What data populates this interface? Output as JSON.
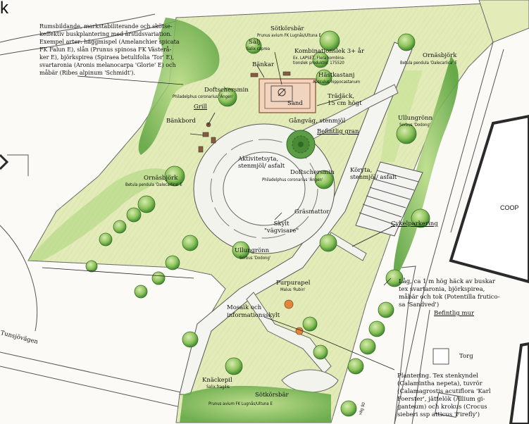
{
  "corner_letter": "k",
  "intro_text": "Rumsbildande, markstabiliterande och skötse-\nkeffektiv buskplantering med årstidsvariation.\nExempel arter: häggmispel (Amelanchier spicata\nFK Falun E), slån (Prunus spinosa FK Västerå-\nker E), björkspirea (Spiraea betulifolia 'Tor' E),\nsvartaronia (Aronis melanocarpa 'Glorie' E) och\nmåbär (Ribes alpinum 'Schmidt').",
  "labels": {
    "sotkorsbar_top": "Sötkörsbär",
    "sotkorsbar_top_latin": "Prunus avium FK Lugnås/Ultuna E",
    "salj": "Sälj",
    "salj_latin": "Salix caprea",
    "kombi": "Kombinationslek 3+ år",
    "kombi_sub": "Ex. LAPSET, Flera kombina-\ntionslek produktnr. 175520",
    "bankar": "Bänkar",
    "hastkastanj": "Hästkastanj",
    "hastkastanj_latin": "Aesculus hippocastanum",
    "ornasbjork_right": "Ornäsbjörk",
    "ornasbjork_right_latin": "Betula pendula 'Dalecarlica' E",
    "doftschersmin_top": "Doftschersmin",
    "doftschersmin_top_latin": "Philadelphus coronarius 'Ängen'",
    "sand": "Sand",
    "tradack": "Trädäck,\n15 cm högt",
    "grill": "Grill",
    "gangvag": "Gångväg, stenmjöl",
    "befintlig_gran": "Befintlig gran",
    "ullungronn_right": "Ullungrönn",
    "ullungronn_right_latin": "Sorbus 'Dodong'",
    "bankbord": "Bänkbord",
    "aktivitetsyta": "Aktivitetsyta,\nstenmjöl/ asfalt",
    "doftschersmin_mid": "Doftschersmin",
    "doftschersmin_mid_latin": "Philadelphus coronarius 'Ängen'",
    "koryta": "Köryta,\nstenmjöl/ asfalt",
    "ornasbjork_left": "Ornäsbjörk",
    "ornasbjork_left_latin": "Betula pendula 'Dalecarlica' E",
    "coop": "COOP",
    "grasmattor": "Gräsmattor",
    "skylt": "Skylt\n\"vägvisare\"",
    "cykelparkering": "Cykelparkering",
    "ullungronn_left": "Ullungrönn",
    "ullungronn_left_latin": "Sorbus 'Dodong'",
    "purpurapel": "Purpurapel",
    "purpurapel_latin": "Malus 'Rubin'",
    "hack": "Låg, ca 1 m hög häck av buskar\ntex svartaronia, björkspirea,\nmåbär och tok (Potentilla frutico-\nsa 'Sandved')",
    "befintlig_mur": "Befintlig mur",
    "mosaik": "Mosaik och\ninformationsskylt",
    "tunsjovagen": "Tunsjövägen",
    "torg": "Torg",
    "plantering": "Plantering. Tex stenkyndel\n(Calamintha nepeta), tuvrör\n(Calamagrostis acutiflora 'Karl\nFoerster', jättelök (Allium gi-\nganteum) och krokus (Crocus\nsieberi ssp atticus 'Firefly')",
    "knackepil": "Knäckepil",
    "knackepil_latin": "Salix fragilis",
    "sotkorsbar_bottom": "Sötkörsbär",
    "sotkorsbar_bottom_latin": "Prunus avium FK Lugnås/Ultuna E",
    "vag_bottom": "väg 90"
  },
  "colors": {
    "grass": "#e3ecb8",
    "shrub": "#8fc45c",
    "shrub_dark": "#4f9a38",
    "path": "#f2f2ee",
    "sand": "#f1d4bf",
    "building": "#2a2a2a",
    "ink": "#3a3a3a",
    "flower": "#e0863a"
  }
}
